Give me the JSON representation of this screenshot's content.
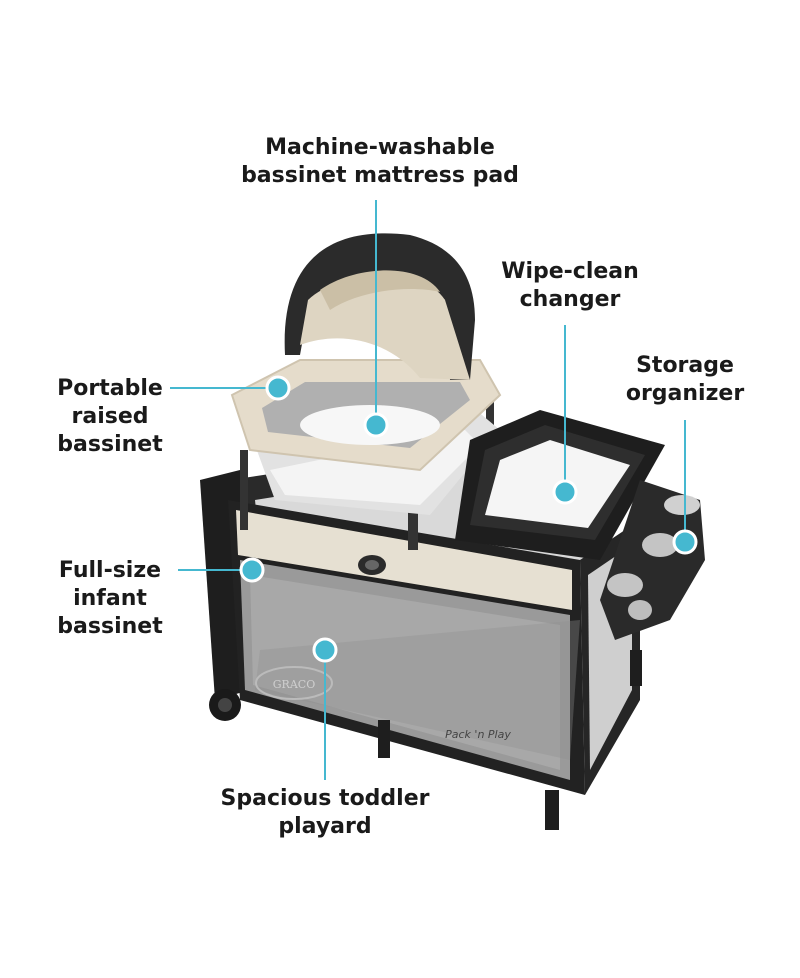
{
  "accent_color": "#45b8d0",
  "callouts": {
    "mattress_pad": {
      "line1": "Machine-washable",
      "line2": "bassinet mattress pad"
    },
    "changer": {
      "line1": "Wipe-clean",
      "line2": "changer"
    },
    "organizer": {
      "line1": "Storage",
      "line2": "organizer"
    },
    "raised_bassinet": {
      "line1": "Portable",
      "line2": "raised",
      "line3": "bassinet"
    },
    "infant_bassinet": {
      "line1": "Full-size",
      "line2": "infant",
      "line3": "bassinet"
    },
    "playard": {
      "line1": "Spacious toddler",
      "line2": "playard"
    }
  },
  "product_marks": {
    "brand": "GRACO",
    "model": "Pack 'n Play"
  }
}
